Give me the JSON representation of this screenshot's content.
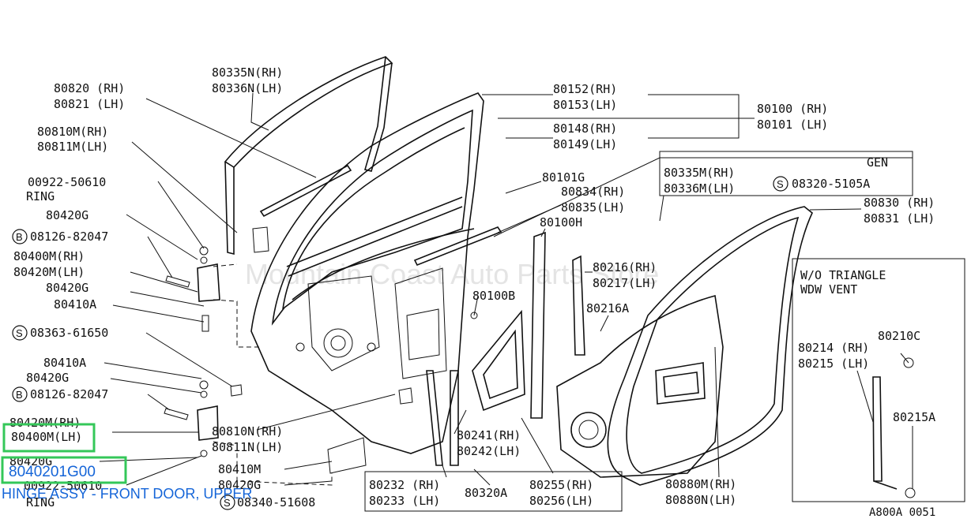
{
  "watermark": "Mountain Coast Auto Parts Store",
  "figure_code": "A800A 0051",
  "inset": {
    "title_line1": "W/O TRIANGLE",
    "title_line2": "WDW VENT"
  },
  "gen_box": {
    "label": "GEN"
  },
  "labels": {
    "p80335n": "80335N(RH)",
    "p80336n": "80336N(LH)",
    "p80820": "80820 (RH)",
    "p80821": "80821 (LH)",
    "p80810m": "80810M(RH)",
    "p80811m": "80811M(LH)",
    "p00922a": "00922-50610",
    "ring_a": "RING",
    "p80420g_a": "80420G",
    "b08126_a": "08126-82047",
    "p80400m_rh": "80400M(RH)",
    "p80420m_lh": "80420M(LH)",
    "p80420g_b": "80420G",
    "p80410a_a": "80410A",
    "s08363": "08363-61650",
    "p80410a_b": "80410A",
    "p80420g_c": "80420G",
    "b08126_b": "08126-82047",
    "p80420m_rh": "80420M(RH)",
    "p80400m_lh": "80400M(LH)",
    "p80420g_d": "80420G",
    "p00922b": "00922-50610",
    "ring_b": "RING",
    "p80152": "80152(RH)",
    "p80153": "80153(LH)",
    "p80148": "80148(RH)",
    "p80149": "80149(LH)",
    "p80100": "80100 (RH)",
    "p80101": "80101 (LH)",
    "p80101g": "80101G",
    "p80834": "80834(RH)",
    "p80835": "80835(LH)",
    "p80100h": "80100H",
    "p80335m": "80335M(RH)",
    "p80336m": "80336M(LH)",
    "s08320": "08320-5105A",
    "p80830": "80830 (RH)",
    "p80831": "80831 (LH)",
    "p80216": "80216(RH)",
    "p80217": "80217(LH)",
    "p80216a": "80216A",
    "p80100b": "80100B",
    "p80810n": "80810N(RH)",
    "p80811n": "80811N(LH)",
    "p80410m": "80410M",
    "p80420g_e": "80420G",
    "s08340": "08340-51608",
    "p80241": "80241(RH)",
    "p80242": "80242(LH)",
    "p80232": "80232 (RH)",
    "p80233": "80233 (LH)",
    "p80320a": "80320A",
    "p80255": "80255(RH)",
    "p80256": "80256(LH)",
    "p80880m": "80880M(RH)",
    "p80880n": "80880N(LH)",
    "p80214": "80214 (RH)",
    "p80215": "80215 (LH)",
    "p80210c": "80210C",
    "p80215a": "80215A"
  },
  "markers": {
    "b": "B",
    "s": "S"
  },
  "highlight": {
    "part_number": "8040201G00",
    "description": "HINGE ASSY - FRONT DOOR, UPPER"
  },
  "colors": {
    "highlight_box": "#34c759",
    "highlight_text": "#1565d8"
  }
}
